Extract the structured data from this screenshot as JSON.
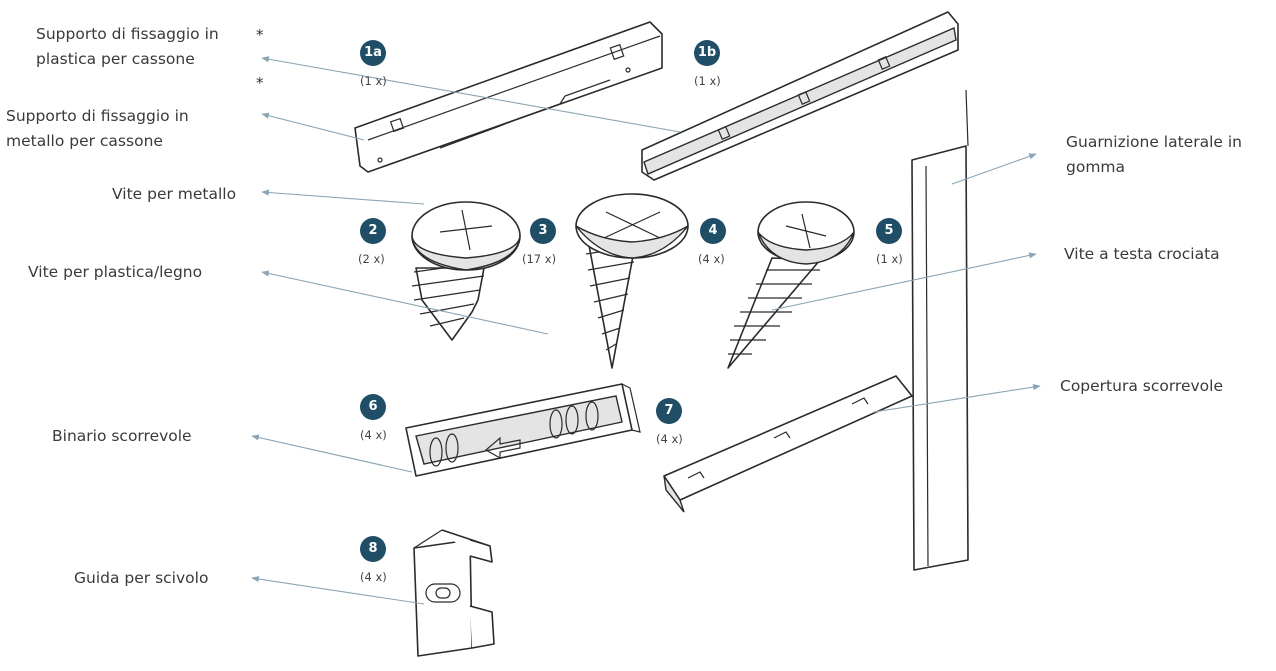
{
  "labels": {
    "plastic_bracket": [
      "Supporto di fissaggio in",
      "plastica per cassone"
    ],
    "metal_bracket": [
      "Supporto di fissaggio in",
      "metallo per cassone"
    ],
    "metal_screw": "Vite per metallo",
    "plastic_wood_screw": "Vite per plastica/legno",
    "sliding_rail": "Binario scorrevole",
    "slide_guide": "Guida per scivolo",
    "rubber_gasket": [
      "Guarnizione laterale in",
      "gomma"
    ],
    "phillips_screw": "Vite a testa crociata",
    "sliding_cover": "Copertura scorrevole"
  },
  "asterisk": "*",
  "parts": [
    {
      "number": "1a",
      "quantity": "(1 x)"
    },
    {
      "number": "1b",
      "quantity": "(1 x)"
    },
    {
      "number": "2",
      "quantity": "(2 x)"
    },
    {
      "number": "3",
      "quantity": "(17 x)"
    },
    {
      "number": "4",
      "quantity": "(4 x)"
    },
    {
      "number": "5",
      "quantity": "(1 x)"
    },
    {
      "number": "6",
      "quantity": "(4 x)"
    },
    {
      "number": "7",
      "quantity": "(4 x)"
    },
    {
      "number": "8",
      "quantity": "(4 x)"
    }
  ],
  "colors": {
    "badge": "#1f4e66",
    "leader_line": "#8aa5b5",
    "text": "#3a3a3a"
  }
}
